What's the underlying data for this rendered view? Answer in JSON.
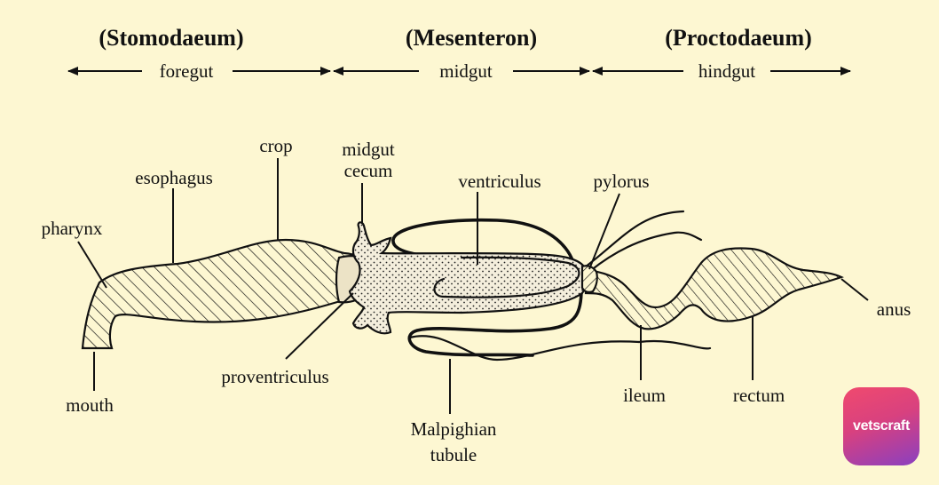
{
  "regions": [
    {
      "name": "(Stomodaeum)",
      "part": "foregut"
    },
    {
      "name": "(Mesenteron)",
      "part": "midgut"
    },
    {
      "name": "(Proctodaeum)",
      "part": "hindgut"
    }
  ],
  "labels": {
    "pharynx": "pharynx",
    "esophagus": "esophagus",
    "crop": "crop",
    "midgut_cecum_line1": "midgut",
    "midgut_cecum_line2": "cecum",
    "ventriculus": "ventriculus",
    "pylorus": "pylorus",
    "anus": "anus",
    "mouth": "mouth",
    "proventriculus": "proventriculus",
    "malpighian_line1": "Malpighian",
    "malpighian_line2": "tubule",
    "ileum": "ileum",
    "rectum": "rectum"
  },
  "logo": {
    "text": "vetscraft"
  },
  "colors": {
    "background": "#fdf7d2",
    "ink": "#111111",
    "logo_gradient_start": "#f04a6e",
    "logo_gradient_end": "#8a3fc0"
  }
}
